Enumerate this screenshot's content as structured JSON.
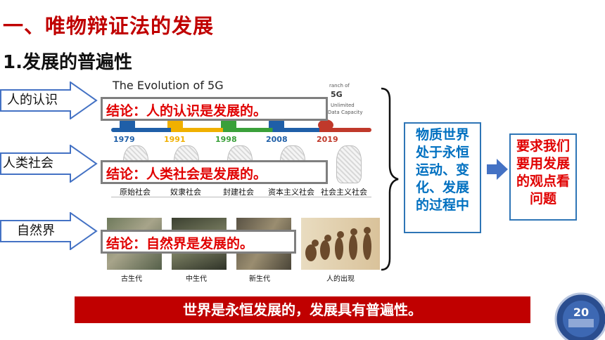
{
  "title": "一、唯物辩证法的发展",
  "subtitle": "1.发展的普遍性",
  "arrows": [
    {
      "label": "人的认识"
    },
    {
      "label": "人类社会"
    },
    {
      "label": "自然界"
    }
  ],
  "evolution": {
    "title": "The Evolution of 5G",
    "years": [
      "1979",
      "1991",
      "1998",
      "2008",
      "2019"
    ],
    "fragment_top": "ranch of",
    "fragment_5g": "5G",
    "fragment_unlimited": "Unlimited",
    "fragment_capacity": "Data Capacity"
  },
  "society_stages": [
    "原始社会",
    "奴隶社会",
    "封建社会",
    "资本主义社会",
    "社会主义社会"
  ],
  "eras": [
    "古生代",
    "中生代",
    "新生代",
    "人的出现"
  ],
  "conclusions": [
    "结论：人的认识是发展的。",
    "结论：人类社会是发展的。",
    "结论：自然界是发展的。"
  ],
  "summary_box": "物质世界处于永恒运动、变化、发展的过程中",
  "requirement_box": "要求我们要用发展的观点看问题",
  "banner": "世界是永恒发展的，发展具有普遍性。",
  "badge_text": "20",
  "colors": {
    "title_red": "#c00000",
    "conclusion_red": "#e00000",
    "accent_blue": "#2e75b6",
    "text_blue": "#0070c0",
    "arrow_blue": "#4472c4"
  }
}
